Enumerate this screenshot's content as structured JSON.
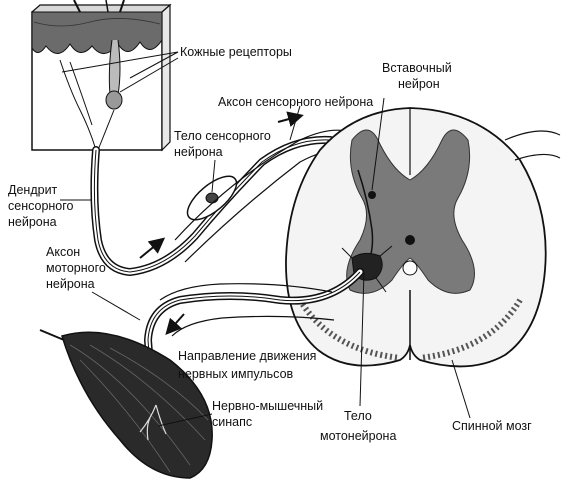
{
  "labels": {
    "skin_receptors": "Кожные рецепторы",
    "interneuron_1": "Вставочный",
    "interneuron_2": "нейрон",
    "sensory_axon": "Аксон сенсорного нейрона",
    "sensory_body_1": "Тело сенсорного",
    "sensory_body_2": "нейрона",
    "dendrite_1": "Дендрит",
    "dendrite_2": "сенсорного",
    "dendrite_3": "нейрона",
    "motor_axon_1": "Аксон",
    "motor_axon_2": "моторного",
    "motor_axon_3": "нейрона",
    "direction_1": "Направление движения",
    "direction_2": "нервных импульсов",
    "synapse_1": "Нервно-мышечный",
    "synapse_2": "синапс",
    "motoneuron_body_1": "Тело",
    "motoneuron_body_2": "мотонейрона",
    "spinal_cord": "Спинной мозг"
  }
}
